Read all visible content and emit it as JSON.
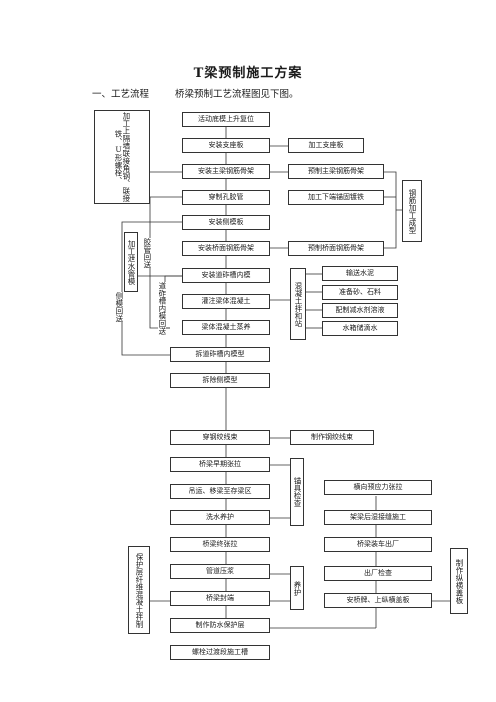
{
  "title": "T梁预制施工方案",
  "section": {
    "number": "一、工艺流程",
    "text": "桥梁预制工艺流程图见下图。"
  },
  "main_flow": [
    "活动底模上升复位",
    "安装支座板",
    "安装主梁钢筋骨架",
    "穿制孔胶管",
    "安装侧模板",
    "安装桥面钢筋骨架",
    "安装道砟槽内模",
    "灌注梁体混凝土",
    "梁体混凝土蒸养",
    "拆道砟槽内模型",
    "拆除侧模型",
    "穿钢绞线束",
    "桥梁早期张拉",
    "吊运、移梁至存梁区",
    "洗水养护",
    "桥梁终张拉",
    "管道压浆",
    "桥梁封端",
    "制作防水保护层",
    "螺栓过渡段施工槽"
  ],
  "right_steel": [
    "加工支座板",
    "预制主梁钢筋骨架",
    "加工下端锚固镀铁",
    "预制桥面钢筋骨架"
  ],
  "steel_group_label": "钢筋加工成型",
  "concrete_station_label": "混凝土拌和站",
  "concrete_inputs": [
    "输送水泥",
    "准备砂、石料",
    "配制减水剂溶液",
    "水箱储滴水"
  ],
  "strand_box": "制作钢绞线束",
  "anchor_label": "锚具检查",
  "maintenance_label": "养护",
  "right_lower_flow": [
    "横向预应力张拉",
    "架梁后湿接缝施工",
    "桥梁装车出厂",
    "出厂检查",
    "安桥牌、上纵横盖板"
  ],
  "left_labels": {
    "connector": "加工上隔墙联接角钢、联接铁、U形螺栓、",
    "water": "加工泄水管模",
    "hose_return": "胶管回送",
    "side_return": "侧模回送",
    "inner_return": "道砟槽内模回送",
    "protect": "保护层纤维混凝土拌制"
  },
  "cover_label": "制作纵横盖板"
}
